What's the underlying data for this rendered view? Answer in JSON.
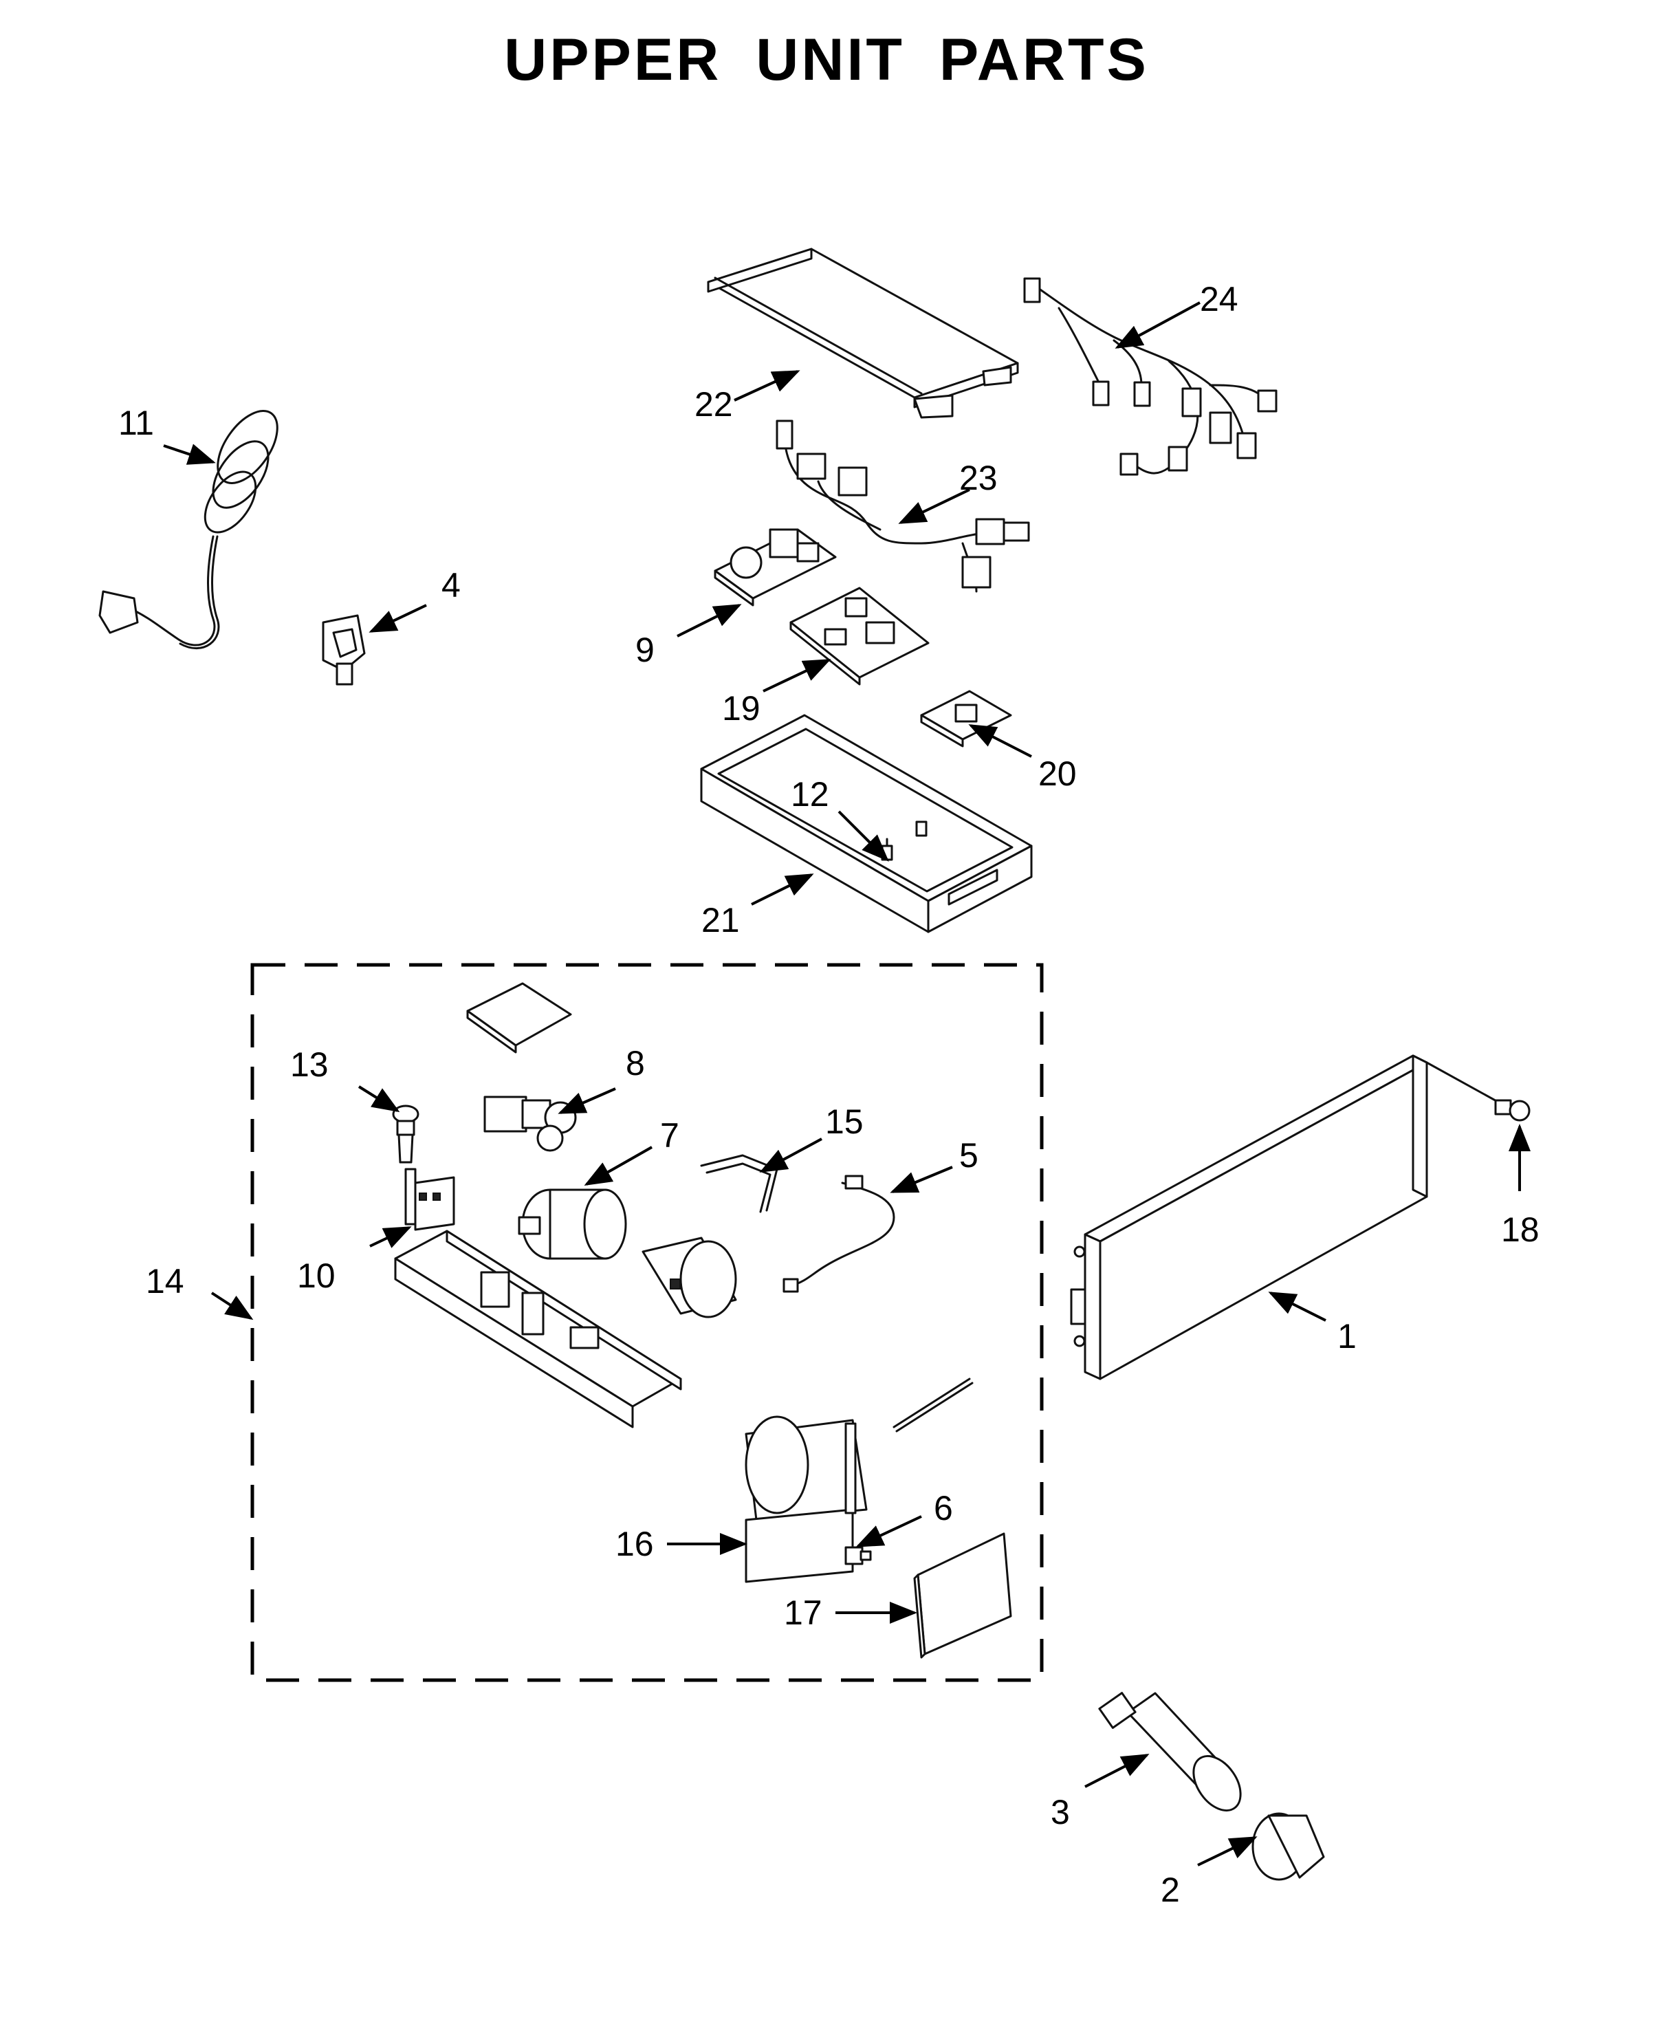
{
  "title": "UPPER UNIT PARTS",
  "callouts": [
    {
      "number": "1",
      "part": "front-panel"
    },
    {
      "number": "2",
      "part": "filter-cap"
    },
    {
      "number": "3",
      "part": "water-filter"
    },
    {
      "number": "4",
      "part": "cord-clip"
    },
    {
      "number": "5",
      "part": "thermistor-wire"
    },
    {
      "number": "6",
      "part": "switch"
    },
    {
      "number": "7",
      "part": "pump"
    },
    {
      "number": "8",
      "part": "water-valve"
    },
    {
      "number": "9",
      "part": "power-board"
    },
    {
      "number": "10",
      "part": "filter-bracket-switch"
    },
    {
      "number": "11",
      "part": "power-cord"
    },
    {
      "number": "12",
      "part": "standoff"
    },
    {
      "number": "13",
      "part": "screw"
    },
    {
      "number": "14",
      "part": "filter-assembly"
    },
    {
      "number": "15",
      "part": "tube"
    },
    {
      "number": "16",
      "part": "filter-housing"
    },
    {
      "number": "17",
      "part": "filter-door"
    },
    {
      "number": "18",
      "part": "screw"
    },
    {
      "number": "19",
      "part": "control-board"
    },
    {
      "number": "20",
      "part": "interface-board"
    },
    {
      "number": "21",
      "part": "electronics-tray"
    },
    {
      "number": "22",
      "part": "tray-cover"
    },
    {
      "number": "23",
      "part": "wire-harness"
    },
    {
      "number": "24",
      "part": "wire-harness-main"
    }
  ]
}
